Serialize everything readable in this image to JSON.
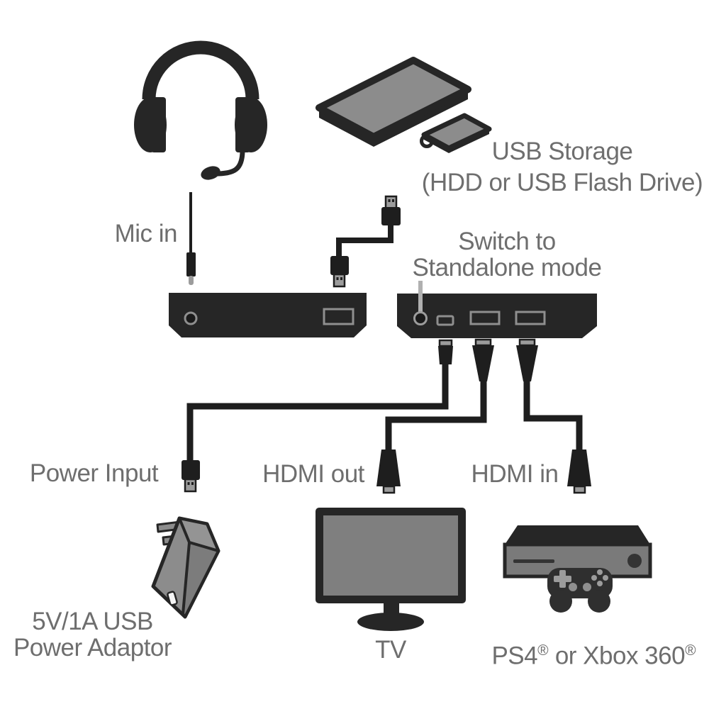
{
  "title": "Capture box connection diagram",
  "colors": {
    "background": "#ffffff",
    "ink": "#262626",
    "cable": "#1e1e1e",
    "metal": "#9c9c9c",
    "gray_fill": "#8c8c8c",
    "screen_gray": "#7f7f7f",
    "label_text": "#6e6e6e",
    "pointer_gray": "#b0b0b0"
  },
  "labels": {
    "mic_in": "Mic in",
    "usb_storage": {
      "line1": "USB Storage",
      "line2": "(HDD or USB Flash Drive)"
    },
    "standalone": {
      "line1": "Switch to",
      "line2": "Standalone mode"
    },
    "power_input": "Power Input",
    "hdmi_out": "HDMI out",
    "hdmi_in": "HDMI in",
    "power_adaptor": {
      "line1": "5V/1A USB",
      "line2": "Power Adaptor"
    },
    "tv": "TV",
    "console": {
      "part1": "PS4",
      "sup1": "®",
      "part2": " or Xbox 360",
      "sup2": "®"
    }
  },
  "icons": [
    "headset-icon",
    "hdd-icon",
    "usb-flash-drive-icon",
    "mic-cable-plug-icon",
    "usb-cable-icon",
    "capture-box-front-icon",
    "capture-box-rear-icon",
    "standalone-pointer",
    "micro-usb-plug-icon",
    "hdmi-plug-icon",
    "usb-power-plug-icon",
    "power-adaptor-icon",
    "tv-icon",
    "game-console-icon",
    "gamepad-icon"
  ]
}
